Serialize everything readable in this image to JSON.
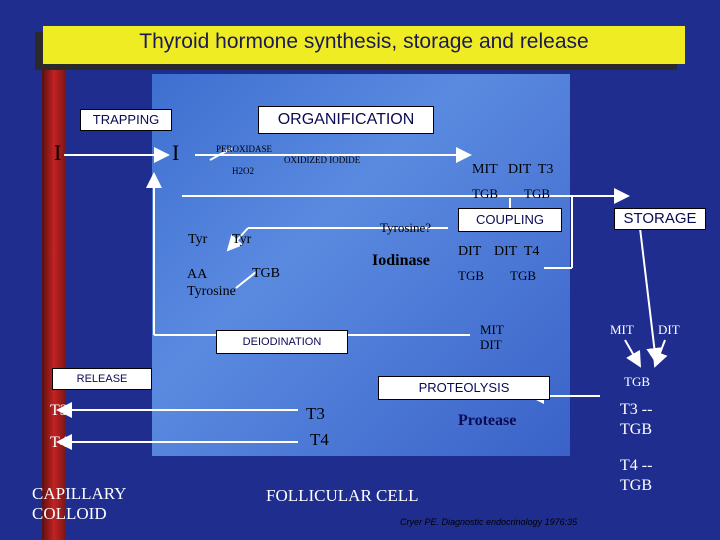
{
  "title": "Thyroid hormone synthesis, storage and release",
  "boxes": {
    "trapping": "TRAPPING",
    "organification": "ORGANIFICATION",
    "deiodination": "DEIODINATION",
    "release": "RELEASE",
    "proteolysis": "PROTEOLYSIS",
    "coupling": "COUPLING",
    "storage": "STORAGE"
  },
  "labels": {
    "iodide_outside": "I",
    "iodide_inside": "I",
    "peroxidase": "PEROXIDASE",
    "h2o2": "H2O2",
    "oxidized_iodide": "OXIDIZED IODIDE",
    "mit": "MIT",
    "dit_t3": "DIT  T3",
    "tgb_1": "TGB",
    "tgb_2": "TGB",
    "tyrosine_q": "Tyrosine?",
    "iodinase": "Iodinase",
    "tyr_1": "Tyr",
    "tyr_2": "Tyr",
    "aa_tyrosine": "AA\nTyrosine",
    "tgb_aa": "TGB",
    "dit": "DIT",
    "dit_t4": "DIT  T4",
    "tgb_3": "TGB",
    "tgb_4": "TGB",
    "mit_dit": "MIT\nDIT",
    "store_mit": "MIT",
    "store_dit": "DIT",
    "store_tgb": "TGB",
    "store_t3_tgb": "T3 --\nTGB",
    "store_t4_tgb": "T4 --\nTGB",
    "t3_out": "T3",
    "t4_out": "T4",
    "t3_in": "T3",
    "t4_in": "T4",
    "protease": "Protease",
    "capillary_colloid": "CAPILLARY\nCOLLOID",
    "follicular_cell": "FOLLICULAR CELL",
    "citation": "Cryer PE. Diagnostic endocrinology 1976:35"
  },
  "colors": {
    "background": "#1f2d8f",
    "title_bar": "#f0ec24",
    "left_bar": "#c42222",
    "cell_panel": "#4a7ad8"
  }
}
